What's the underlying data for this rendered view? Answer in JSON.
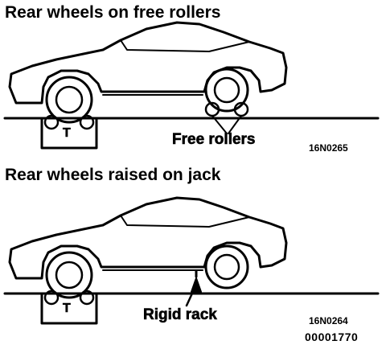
{
  "figure_top": {
    "title": "Rear wheels on free rollers",
    "callout": "Free rollers",
    "figure_code": "16N0265",
    "roller_glyph": "T"
  },
  "figure_bottom": {
    "title": "Rear wheels raised on jack",
    "callout": "Rigid rack",
    "figure_code": "16N0264",
    "roller_glyph": "T"
  },
  "document_number": "00001770",
  "colors": {
    "ink": "#000000",
    "paper": "#ffffff"
  }
}
